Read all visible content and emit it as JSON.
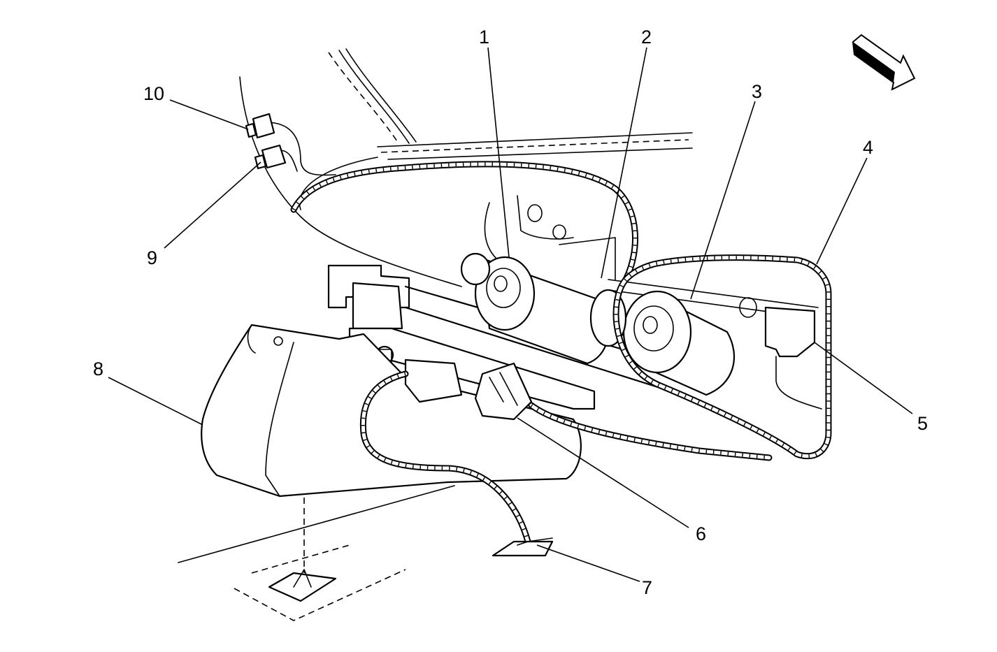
{
  "callouts": [
    {
      "id": "1",
      "label": "1"
    },
    {
      "id": "2",
      "label": "2"
    },
    {
      "id": "3",
      "label": "3"
    },
    {
      "id": "4",
      "label": "4"
    },
    {
      "id": "5",
      "label": "5"
    },
    {
      "id": "6",
      "label": "6"
    },
    {
      "id": "7",
      "label": "7"
    },
    {
      "id": "8",
      "label": "8"
    },
    {
      "id": "9",
      "label": "9"
    },
    {
      "id": "10",
      "label": "10"
    }
  ],
  "icons": {
    "direction_arrow": "forward-direction-arrow-icon"
  }
}
